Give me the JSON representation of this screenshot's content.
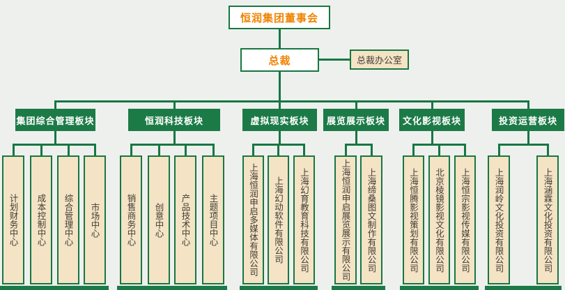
{
  "colors": {
    "background": "#eef0ee",
    "line_green": "#177742",
    "division_green": "#1c7a47",
    "accent_orange": "#f08300",
    "node_tan": "#f4e3c4",
    "node_white": "#ffffff",
    "text_dark": "#403c35",
    "text_white": "#ffffff"
  },
  "org": {
    "root": "恒润集团董事会",
    "president": "总裁",
    "president_office": "总裁办公室",
    "divisions": [
      {
        "label": "集团综合管理板块",
        "children": [
          "计划财务中心",
          "成本控制中心",
          "综合管理中心",
          "市场中心"
        ]
      },
      {
        "label": "恒润科技板块",
        "children": [
          "销售商务中心",
          "创意中心",
          "产品技术中心",
          "主题项目中心"
        ]
      },
      {
        "label": "虚拟现实板块",
        "children": [
          "上海恒润申启多媒体有限公司",
          "上海幻动软件有限公司",
          "上海幻育教育科技有限公司"
        ]
      },
      {
        "label": "展览展示板块",
        "children": [
          "上海恒润申启展览展示有限公司",
          "上海缔桑图文制作有限公司"
        ]
      },
      {
        "label": "文化影视板块",
        "children": [
          "上海恒腾影视策划有限公司",
          "北京棱镜影视文化有限公司",
          "上海恒宗影视传媒有限公司"
        ]
      },
      {
        "label": "投资运营板块",
        "children": [
          "上海润岭文化投资有限公司",
          "上海涵霖文化投资有限公司"
        ]
      }
    ]
  }
}
